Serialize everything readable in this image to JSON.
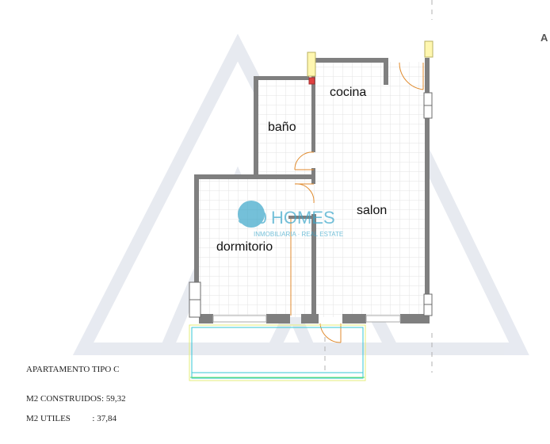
{
  "plan": {
    "rooms": {
      "kitchen": "cocina",
      "bathroom": "baño",
      "living": "salon",
      "bedroom": "dormitorio"
    },
    "corner_letter": "A"
  },
  "watermark": {
    "logo_number": "340",
    "logo_word": "HOMES",
    "logo_subtitle": "INMOBILIARIA · REAL ESTATE"
  },
  "info": {
    "type_line": "APARTAMENTO TIPO C",
    "built_line": "M2 CONSTRUIDOS: 59,32",
    "useful_line": "M2 UTILES          : 37,84"
  },
  "colors": {
    "wall": "#7f7f7f",
    "floor_grid": "#e6e6e6",
    "door_swing": "#e08a2c",
    "terrace": "#36c7d6",
    "watermark": "#d9dee8"
  }
}
